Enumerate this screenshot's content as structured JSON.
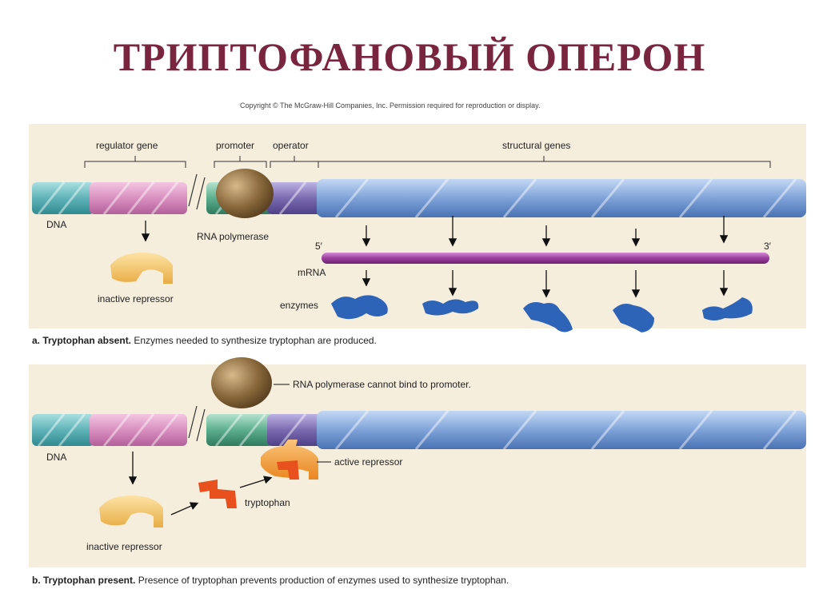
{
  "title": "ТРИПТОФАНОВЫЙ ОПЕРОН",
  "copyright": "Copyright © The McGraw-Hill Companies, Inc. Permission required for reproduction or display.",
  "panel_a": {
    "labels": {
      "regulator_gene": "regulator gene",
      "promoter": "promoter",
      "operator": "operator",
      "structural_genes": "structural genes",
      "dna": "DNA",
      "rna_polymerase": "RNA polymerase",
      "five_prime": "5′",
      "three_prime": "3′",
      "mrna": "mRNA",
      "enzymes": "enzymes",
      "inactive_repressor": "inactive repressor"
    },
    "caption_bold": "a. Tryptophan absent.",
    "caption_rest": " Enzymes needed to synthesize tryptophan are produced."
  },
  "panel_b": {
    "labels": {
      "rna_polymerase_cannot_bind": "RNA polymerase cannot bind to promoter.",
      "dna": "DNA",
      "active_repressor": "active repressor",
      "tryptophan": "tryptophan",
      "inactive_repressor": "inactive repressor"
    },
    "caption_bold": "b. Tryptophan present.",
    "caption_rest": " Presence of tryptophan prevents production of enzymes used to synthesize tryptophan."
  },
  "colors": {
    "title": "#7a2540",
    "panel_bg": "#f6eedd",
    "dna_teal": "#5fb3b8",
    "dna_pink": "#d98fc0",
    "dna_green": "#5cae8e",
    "dna_purple": "#7a6bb0",
    "dna_blue": "#7fa3d9",
    "polymerase": "#8a6a3c",
    "mrna": "#9b3f9e",
    "enzyme": "#2d64b8",
    "repressor_inactive": "#f4c66a",
    "repressor_active": "#f3a43a",
    "tryptophan": "#e8501e"
  }
}
